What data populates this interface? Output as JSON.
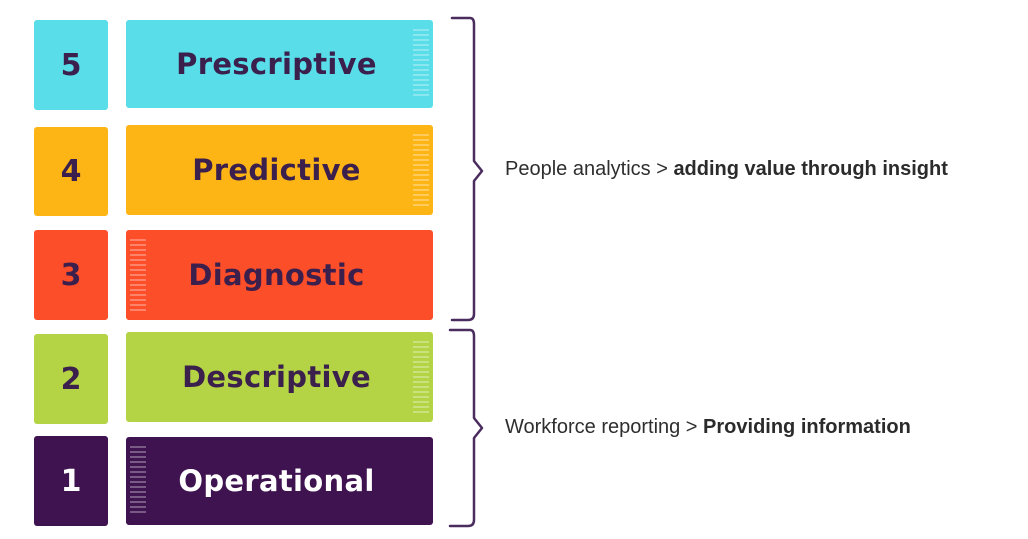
{
  "levels": [
    {
      "number": "5",
      "label": "Prescriptive",
      "color": "#58dde9",
      "text_color": "#3b1f4c"
    },
    {
      "number": "4",
      "label": "Predictive",
      "color": "#fdb515",
      "text_color": "#3b1f4c"
    },
    {
      "number": "3",
      "label": "Diagnostic",
      "color": "#fd4e2a",
      "text_color": "#3b1f4c"
    },
    {
      "number": "2",
      "label": "Descriptive",
      "color": "#b4d445",
      "text_color": "#3b1f4c"
    },
    {
      "number": "1",
      "label": "Operational",
      "color": "#3f1350",
      "text_color": "#ffffff"
    }
  ],
  "groups": {
    "analytics": {
      "prefix": "People analytics > ",
      "emphasis": "adding value through insight"
    },
    "reporting": {
      "prefix": "Workforce reporting > ",
      "emphasis": "Providing information"
    }
  },
  "brace_color": "#4a2c5e"
}
